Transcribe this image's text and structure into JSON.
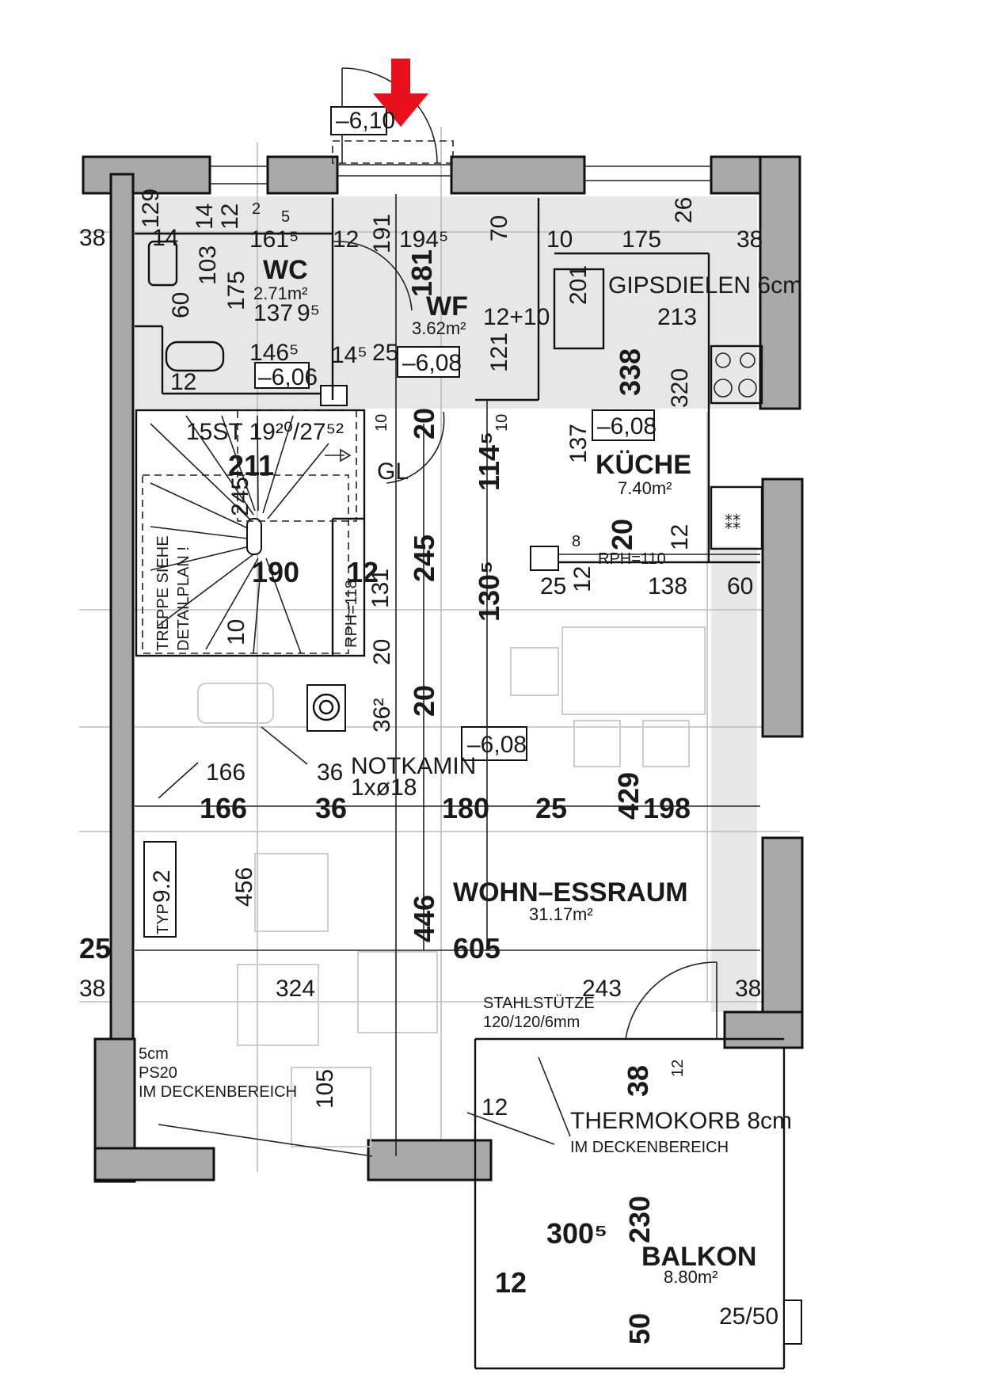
{
  "rooms": {
    "wc": {
      "name": "WC",
      "area": "2.71m²"
    },
    "wf": {
      "name": "WF",
      "area": "3.62m²"
    },
    "kueche": {
      "name": "KÜCHE",
      "area": "7.40m²"
    },
    "wohn": {
      "name": "WOHN–ESSRAUM",
      "area": "31.17m²"
    },
    "balkon": {
      "name": "BALKON",
      "area": "8.80m²"
    }
  },
  "levels": {
    "entrance": "–6,10",
    "wc": "–6,06",
    "wf": "–6,08",
    "kueche": "–6,08",
    "wohn": "–6,08"
  },
  "annotations": {
    "gipsdielen": "GIPSDIELEN 6cm",
    "stair_steps": "15ST 19²⁰/27⁵²",
    "treppe_line1": "TREPPE SIEHE",
    "treppe_line2": "DETAILPLAN !",
    "rph_118": "RPH=118",
    "rph_110": "RPH=110",
    "gl": "GL",
    "notkamin": "NOTKAMIN",
    "notkamin_size": "1xø18",
    "typ_prefix": "TYP",
    "typ_number": "9.2",
    "stahlstuetze_1": "STAHLSTÜTZE",
    "stahlstuetze_2": "120/120/6mm",
    "ps_1": "5cm",
    "ps_2": "PS20",
    "ps_3": "IM DECKENBEREICH",
    "thermokorb": "THERMOKORB 8cm",
    "thermokorb_sub": "IM DECKENBEREICH",
    "pier": "25/50"
  },
  "dims": {
    "d129": "129",
    "d14a": "14",
    "d14b": "14",
    "d12a": "12",
    "d2": "2",
    "d5": "5",
    "d38_l": "38",
    "d161": "161⁵",
    "d12b": "12",
    "d191": "191",
    "d194": "194⁵",
    "d70": "70",
    "d10a": "10",
    "d175_top": "175",
    "d26": "26",
    "d38_r": "38",
    "d103": "103",
    "d175_wc": "175",
    "d60": "60",
    "d137": "137",
    "d9": "9⁵",
    "d181": "181",
    "d12p10": "12+10",
    "d201": "201",
    "d213": "213",
    "d146": "146⁵",
    "d14b5": "14⁵",
    "d25a": "25",
    "d121": "121",
    "d338": "338",
    "d320": "320",
    "d12c": "12",
    "d211": "211",
    "d10b": "10",
    "d20a": "20",
    "d10c": "10",
    "d114": "114⁵",
    "d137b": "137",
    "d245a": "245",
    "d190": "190",
    "d12d": "12",
    "d245b": "245",
    "d131": "131",
    "d130": "130⁵",
    "d8": "8",
    "d20b": "20",
    "d12e": "12",
    "d25b": "25",
    "d12f": "12",
    "d138": "138",
    "d60b": "60",
    "d10d": "10",
    "d20c": "20",
    "d362": "36²",
    "d20d": "20",
    "d166s": "166",
    "d36s": "36",
    "d166": "166",
    "d36": "36",
    "d180": "180",
    "d25c": "25",
    "d429": "429",
    "d198": "198",
    "d456": "456",
    "d446": "446",
    "d605": "605",
    "d25l": "25",
    "d38bl": "38",
    "d324": "324",
    "d243": "243",
    "d38br": "38",
    "d105": "105",
    "d38bal": "38",
    "d12bal": "12",
    "d12g": "12",
    "d300": "300⁵",
    "d230": "230",
    "d12h": "12",
    "d50": "50"
  },
  "colors": {
    "wall_fill": "#a9a9a9",
    "entrance_arrow": "#e8101a"
  }
}
